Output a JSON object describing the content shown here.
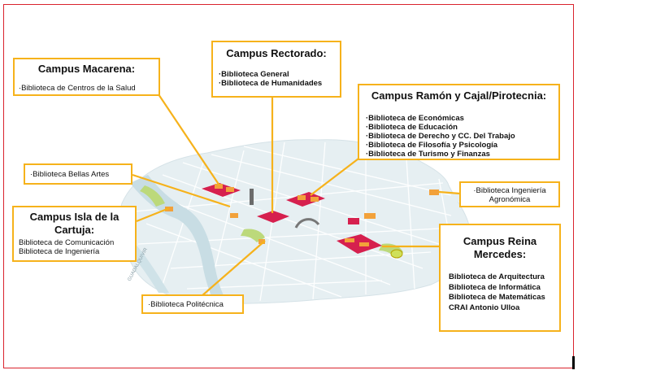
{
  "colors": {
    "frame": "#d9232d",
    "callout_border": "#f6b21b",
    "leader_line": "#f6b21b",
    "campus_building": "#d6204e",
    "river": "#c8dde4",
    "land": "#e6eff2",
    "park": "#bcd97b"
  },
  "callouts": {
    "macarena": {
      "title": "Campus Macarena:",
      "items": [
        "·Biblioteca de Centros de la Salud"
      ]
    },
    "rectorado": {
      "title": "Campus Rectorado:",
      "items": [
        "·Biblioteca General",
        "·Biblioteca de Humanidades"
      ]
    },
    "ramon_cajal": {
      "title": "Campus Ramón  y Cajal/Pirotecnia:",
      "items": [
        "·Biblioteca de Económicas",
        "·Biblioteca de Educación",
        "·Biblioteca de Derecho y CC. Del Trabajo",
        "·Biblioteca de Filosofía y Psicología",
        "·Biblioteca de Turismo y Finanzas"
      ]
    },
    "bellas_artes": {
      "items": [
        "·Biblioteca Bellas Artes"
      ]
    },
    "ingenieria_agronomica": {
      "items": [
        "·Biblioteca Ingeniería",
        "Agronómica"
      ]
    },
    "cartuja": {
      "title_line1": "Campus Isla de la",
      "title_line2": "Cartuja:",
      "items": [
        "Biblioteca de Comunicación",
        "Biblioteca de Ingeniería"
      ]
    },
    "reina_mercedes": {
      "title_line1": "Campus Reina",
      "title_line2": "Mercedes:",
      "items": [
        "Biblioteca de Arquitectura",
        "Biblioteca de Informática",
        "Biblioteca de Matemáticas",
        "CRAI Antonio Ulloa"
      ]
    },
    "politecnica": {
      "items": [
        "·Biblioteca Politécnica"
      ]
    }
  },
  "map_labels": {
    "river_label": "GUADALQUIVIR"
  }
}
